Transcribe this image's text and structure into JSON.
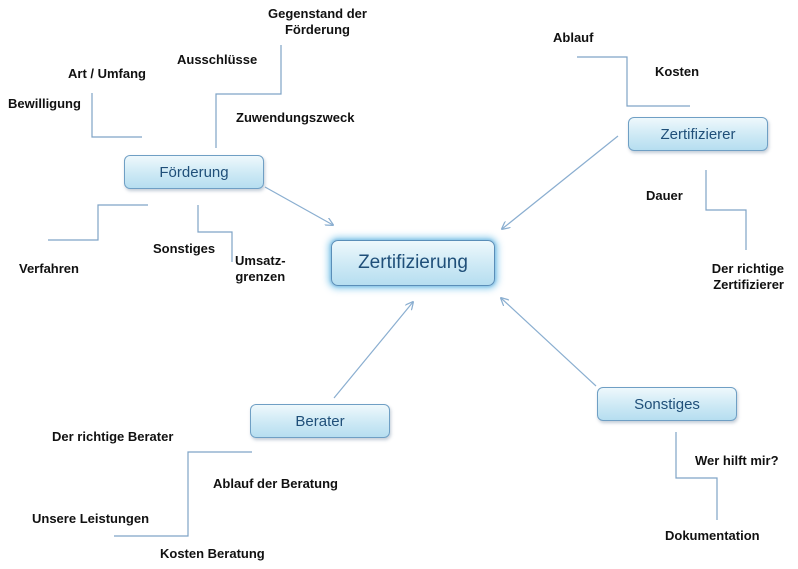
{
  "center": {
    "label": "Zertifizierung"
  },
  "nodes": {
    "foerderung": {
      "label": "Förderung",
      "items": [
        "Gegenstand der\nFörderung",
        "Ausschlüsse",
        "Art / Umfang",
        "Bewilligung",
        "Zuwendungszweck",
        "Verfahren",
        "Sonstiges",
        "Umsatz-\ngrenzen"
      ]
    },
    "zertifizierer": {
      "label": "Zertifizierer",
      "items": [
        "Ablauf",
        "Kosten",
        "Dauer",
        "Der richtige\nZertifizierer"
      ]
    },
    "berater": {
      "label": "Berater",
      "items": [
        "Der richtige Berater",
        "Ablauf der Beratung",
        "Unsere Leistungen",
        "Kosten Beratung"
      ]
    },
    "sonstiges": {
      "label": "Sonstiges",
      "items": [
        "Wer hilft mir?",
        "Dokumentation"
      ]
    }
  },
  "colors": {
    "box_text": "#1f4f79",
    "box_border": "#6f9fc4",
    "connector": "#7fa3c6",
    "arrow": "#8aaed0",
    "label_text": "#111111"
  }
}
